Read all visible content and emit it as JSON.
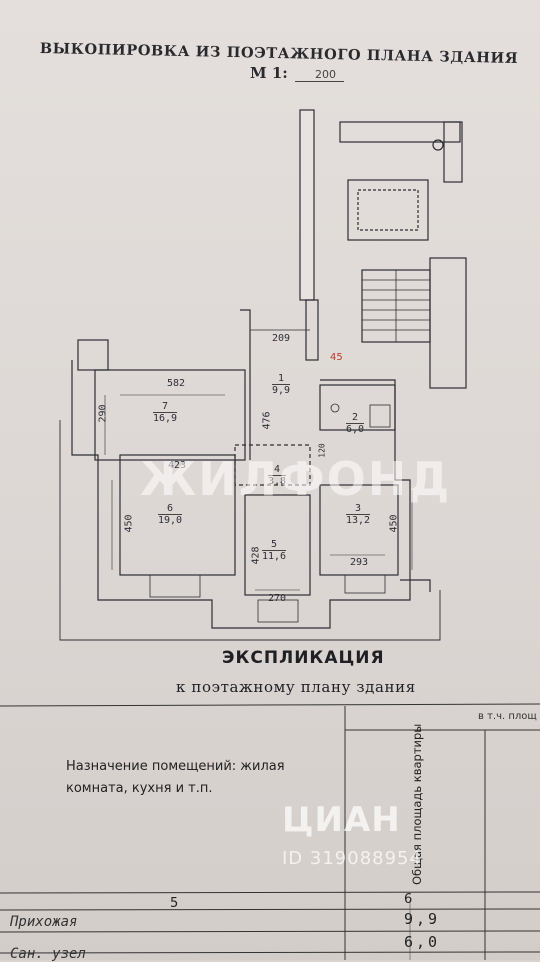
{
  "document": {
    "title": "ВЫКОПИРОВКА ИЗ ПОЭТАЖНОГО ПЛАНА ЗДАНИЯ",
    "scale_label": "М 1:",
    "scale_value": "200"
  },
  "plan": {
    "rooms": [
      {
        "number": "1",
        "area": "9,9"
      },
      {
        "number": "2",
        "area": "6,0"
      },
      {
        "number": "3",
        "area": "13,2"
      },
      {
        "number": "4",
        "area": "3,8"
      },
      {
        "number": "5",
        "area": "11,6"
      },
      {
        "number": "6",
        "area": "19,0"
      },
      {
        "number": "7",
        "area": "16,9"
      }
    ],
    "dimensions": {
      "d582": "582",
      "d290": "290",
      "d209": "209",
      "d476": "476",
      "d423": "423",
      "d450_left": "450",
      "d428": "428",
      "d450_right": "450",
      "d293": "293",
      "d270": "270",
      "d120": "120"
    },
    "apartment_number": "45",
    "watermark": "ЖИЛФОНД"
  },
  "explication": {
    "title": "ЭКСПЛИКАЦИЯ",
    "subtitle": "к поэтажному плану здания",
    "header_right": "в т.ч. площ",
    "purpose_header": "Назначение помещений: жилая комната, кухня и т.п.",
    "total_area_header": "Общая площадь квартиры",
    "col_num_5": "5",
    "col_num_6": "6",
    "rows": [
      {
        "name": "Прихожая",
        "area": "9,9"
      },
      {
        "name": "Сан. узел",
        "area": "6,0"
      }
    ]
  },
  "watermark_cian": {
    "brand": "ЦИАН",
    "id": "ID 319088954"
  }
}
